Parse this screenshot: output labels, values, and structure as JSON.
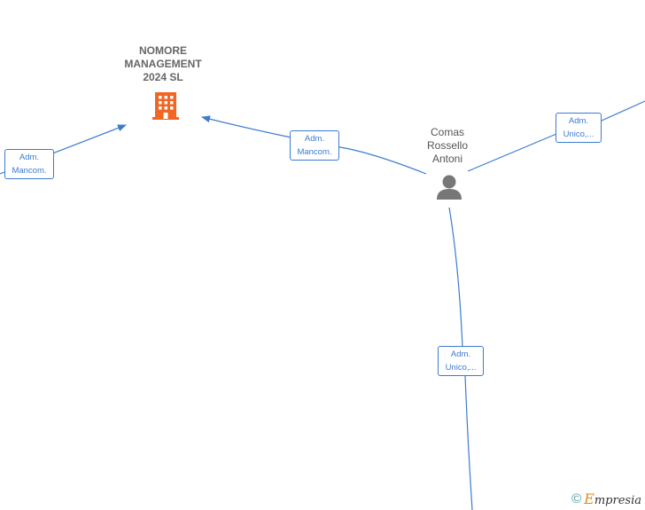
{
  "nodes": {
    "company": {
      "label": "NOMORE\nMANAGEMENT\n2024  SL",
      "icon": "building-icon",
      "color": "#f26522"
    },
    "person": {
      "label": "Comas\nRossello\nAntoni",
      "icon": "person-icon",
      "color": "#777777"
    }
  },
  "edges": [
    {
      "line1": "Adm.",
      "line2": "Mancom."
    },
    {
      "line1": "Adm.",
      "line2": "Mancom."
    },
    {
      "line1": "Adm.",
      "line2": "Unico,..."
    },
    {
      "line1": "Adm.",
      "line2": "Unico,..."
    }
  ],
  "colors": {
    "edge": "#3b7bd0"
  },
  "footer": {
    "copyright": "©",
    "brand_first": "E",
    "brand_rest": "mpresia"
  }
}
